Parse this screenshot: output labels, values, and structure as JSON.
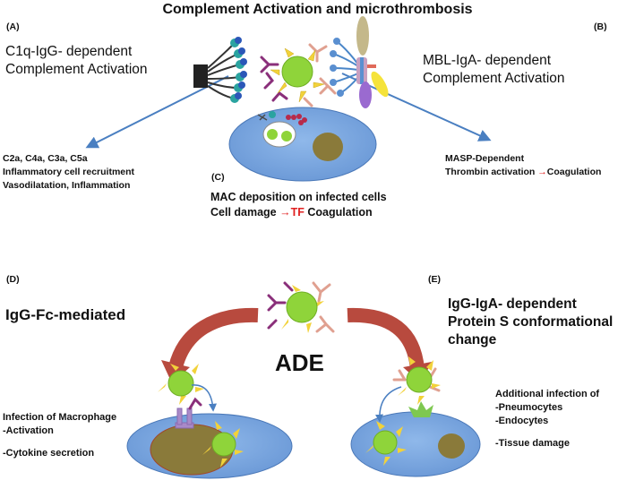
{
  "title": "Complement Activation and microthrombosis",
  "panels": {
    "A": {
      "letter": "(A)",
      "heading_1": "C1q-IgG- dependent",
      "heading_2": "Complement  Activation",
      "effects": [
        "C2a, C4a, C3a, C5a",
        "Inflammatory cell recruitment",
        "Vasodilatation, Inflammation"
      ]
    },
    "B": {
      "letter": "(B)",
      "heading_1": "MBL-IgA- dependent",
      "heading_2": "Complement Activation",
      "effect_1": "MASP-Dependent",
      "effect_2_pre": "Thrombin activation ",
      "effect_2_arrow": "→",
      "effect_2_post": "Coagulation"
    },
    "C": {
      "letter": "(C)",
      "line_1": "MAC deposition on infected cells",
      "line_2_pre": "Cell damage ",
      "line_2_arrow": "→",
      "line_2_tf": "TF",
      "line_2_post": " Coagulation"
    },
    "D": {
      "letter": "(D)",
      "heading": "IgG-Fc-mediated",
      "notes": [
        "Infection of Macrophage",
        "-Activation",
        "-Cytokine secretion"
      ]
    },
    "E": {
      "letter": "(E)",
      "heading": [
        "IgG-IgA- dependent",
        "Protein S conformational",
        "change"
      ],
      "notes": [
        "Additional infection of",
        "-Pneumocytes",
        "-Endocytes",
        "-Tissue damage"
      ]
    }
  },
  "center_label": "ADE",
  "colors": {
    "virus": "#8fd43a",
    "spike": "#f2d23a",
    "cell": "#7aa7e0",
    "nucleus": "#8a7a3a",
    "igg": "#8a2f7a",
    "iga": "#e0a090",
    "curved_arrow": "#b84a3e",
    "thin_arrow": "#4a7fc1",
    "receptor_fc": "#a98ac8",
    "receptor_protein_s": "#7ec850"
  }
}
